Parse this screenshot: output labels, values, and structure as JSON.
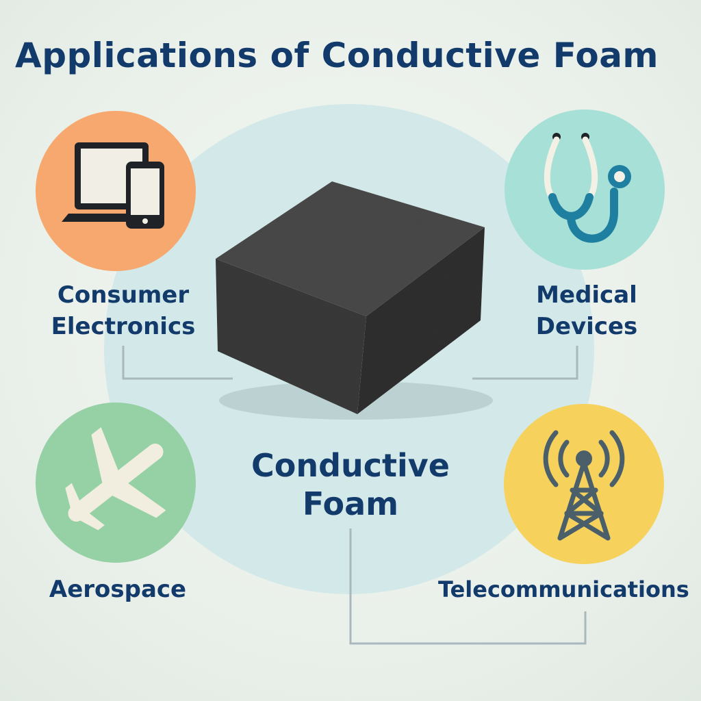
{
  "title": "Applications of Conductive Foam",
  "center": {
    "line1": "Conductive",
    "line2": "Foam"
  },
  "applications": [
    {
      "line1": "Consumer",
      "line2": "Electronics",
      "icon": "laptop-phone-icon",
      "color": "#f7a86e"
    },
    {
      "line1": "Medical",
      "line2": "Devices",
      "icon": "stethoscope-icon",
      "color": "#a7e0d6"
    },
    {
      "line1": "Aerospace",
      "line2": "",
      "icon": "airplane-icon",
      "color": "#95d1a4"
    },
    {
      "line1": "Telecommunications",
      "line2": "",
      "icon": "antenna-tower-icon",
      "color": "#f6d25d"
    }
  ],
  "colors": {
    "title": "#123a6b",
    "disc": "#d3e8e8",
    "foam": "#3e3e3e",
    "connector": "#a9b8bd"
  }
}
